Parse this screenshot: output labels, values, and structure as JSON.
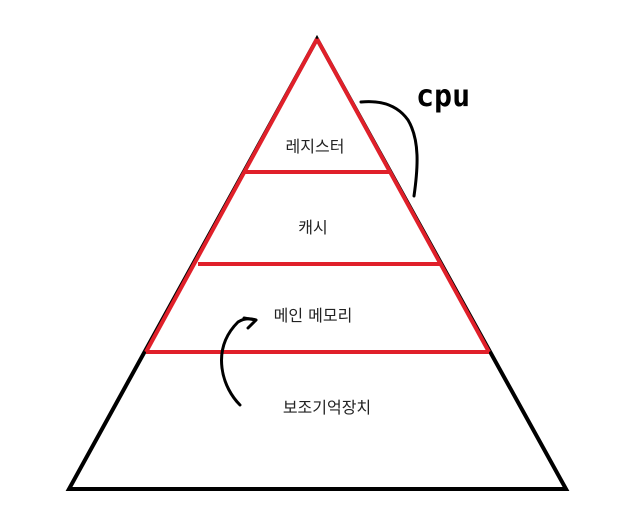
{
  "diagram": {
    "tiers": [
      {
        "label": "레지스터"
      },
      {
        "label": "캐시"
      },
      {
        "label": "메인 메모리"
      },
      {
        "label": "보조기억장치"
      }
    ],
    "annotation": {
      "label": "cpu"
    },
    "colors": {
      "outline": "#000000",
      "highlight": "#e0202a",
      "background": "#ffffff"
    }
  }
}
